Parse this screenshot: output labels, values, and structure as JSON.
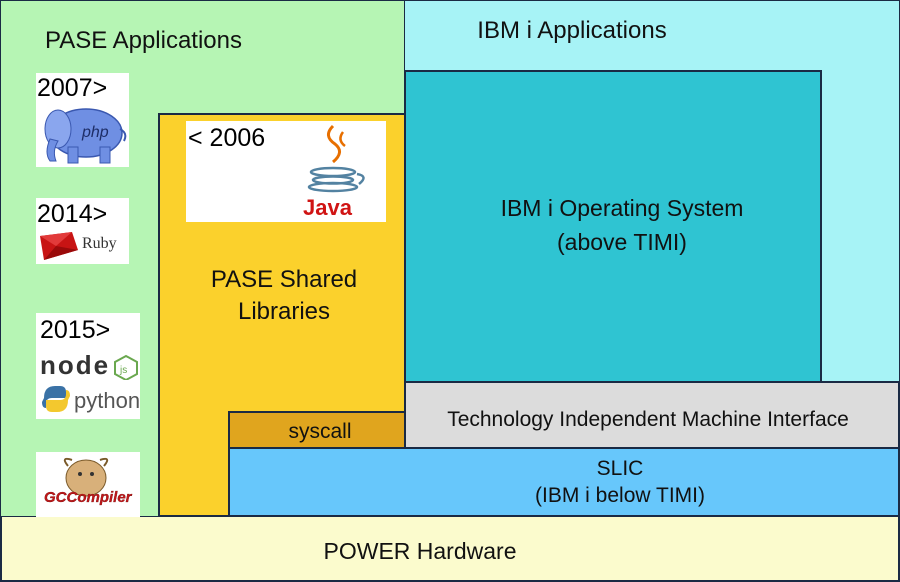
{
  "pase_applications": {
    "label": "PASE Applications"
  },
  "ibm_i_applications": {
    "label": "IBM i Applications"
  },
  "ibm_i_os": {
    "label_line1": "IBM i Operating System",
    "label_line2": "(above TIMI)"
  },
  "pase_shared_libraries": {
    "label_line1": "PASE Shared",
    "label_line2": "Libraries"
  },
  "syscall": {
    "label": "syscall"
  },
  "timi": {
    "label": "Technology Independent Machine Interface"
  },
  "slic": {
    "label_line1": "SLIC",
    "label_line2": "(IBM i below TIMI)"
  },
  "power_hardware": {
    "label": "POWER Hardware"
  },
  "timeline": [
    {
      "year": "2007>",
      "logo": "php",
      "logo_text": "php"
    },
    {
      "year": "2014>",
      "logo": "ruby",
      "logo_text": "Ruby"
    },
    {
      "year": "2015>",
      "logos": [
        {
          "logo": "nodejs",
          "logo_text": "node"
        },
        {
          "logo": "python",
          "logo_text": "python"
        }
      ]
    },
    {
      "year": "",
      "logo": "gcc",
      "logo_text": "GCCompiler"
    }
  ],
  "java": {
    "year": "< 2006",
    "logo": "java",
    "logo_text": "Java"
  },
  "colors": {
    "pase_applications": "#b6f5b4",
    "ibm_i_applications": "#a7f3f6",
    "ibm_i_os": "#2fc4d2",
    "pase_shared_libraries": "#fbd12c",
    "syscall": "#e0a51e",
    "timi": "#dcdcdc",
    "slic": "#67c7fb",
    "power_hardware": "#fbfbcd"
  }
}
